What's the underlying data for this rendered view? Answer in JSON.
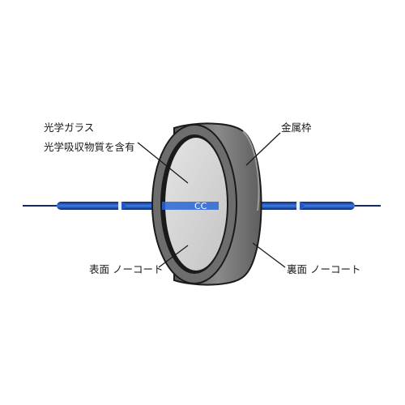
{
  "labels": {
    "glass_line1": "光学ガラス",
    "glass_line2": "光学吸収物質を含有",
    "metal_frame": "金属枠",
    "front_surface": "表面 ノーコート",
    "back_surface": "裏面 ノーコート"
  },
  "colors": {
    "beam": "#1f56c8",
    "beam_dark": "#0d2a6e",
    "frame_face": "#7a7a7a",
    "frame_side": "#4a4a4a",
    "glass": "#d2d2d2",
    "leader": "#1a1a1a"
  }
}
